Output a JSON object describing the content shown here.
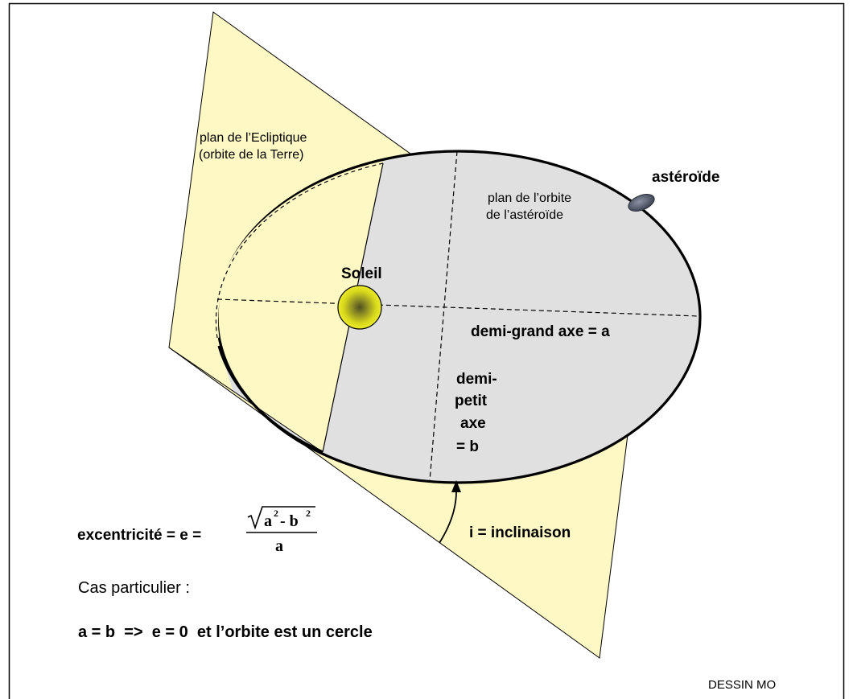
{
  "diagram": {
    "labels": {
      "ecliptic_line1": "plan de l’Ecliptique",
      "ecliptic_line2": "(orbite de la Terre)",
      "orbit_line1": "plan de l’orbite",
      "orbit_line2": "de l’astéroïde",
      "asteroid": "astéroïde",
      "sun": "Soleil",
      "semi_major": "demi-grand axe = a",
      "semi_minor_1": "demi-",
      "semi_minor_2": "petit",
      "semi_minor_3": "axe",
      "semi_minor_4": "= b",
      "inclination": "i = inclinaison"
    },
    "formula": {
      "prefix": "excentricité = e =",
      "numerator_a": "a",
      "numerator_b": "- b",
      "exponent": "2",
      "denominator": "a"
    },
    "special_case": {
      "heading": "Cas particulier :",
      "statement": "a = b  =>  e = 0  et l’orbite est un cercle"
    },
    "credit": "DESSIN MO",
    "colors": {
      "ecliptic_plane": "#fdf8c4",
      "orbit_plane": "#e0e0e0",
      "sun_outer": "#e6e61e",
      "sun_core": "#6b6b2a",
      "asteroid": "#4a4f5c",
      "frame": "#000000"
    }
  }
}
